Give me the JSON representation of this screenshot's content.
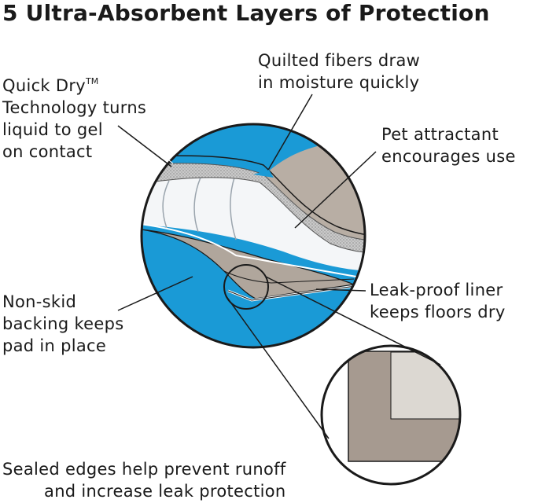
{
  "title": "5 Ultra-Absorbent Layers of Protection",
  "labels": {
    "quick_dry": {
      "line1_brand": "Quick Dry",
      "line1_tm": "TM",
      "line2": "Technology turns",
      "line3": "liquid to gel",
      "line4": "on contact"
    },
    "quilted": {
      "line1": "Quilted fibers draw",
      "line2": "in moisture quickly"
    },
    "pet_attractant": {
      "line1": "Pet attractant",
      "line2": "encourages use"
    },
    "non_skid": {
      "line1": "Non-skid",
      "line2": "backing keeps",
      "line3": "pad in place"
    },
    "leak_proof": {
      "line1": "Leak-proof liner",
      "line2": "keeps floors dry"
    },
    "sealed_edges": {
      "line1": "Sealed edges help prevent runoff",
      "line2": "and increase leak protection"
    }
  },
  "colors": {
    "blue": "#1a9ad6",
    "taupe": "#b0a69c",
    "light_taupe": "#dcd8d2",
    "outline": "#1a1a1a"
  }
}
